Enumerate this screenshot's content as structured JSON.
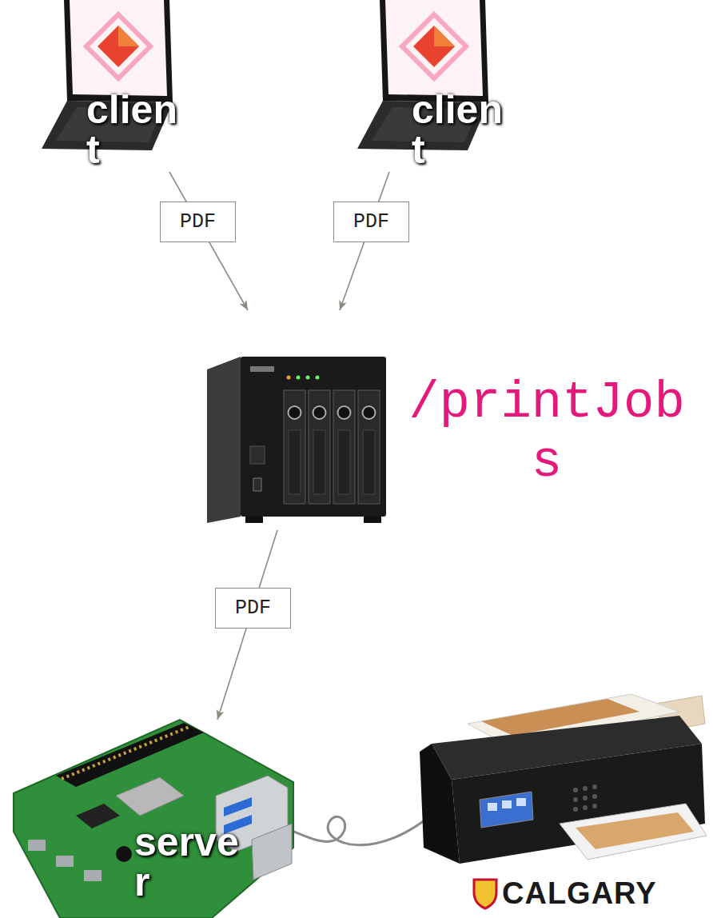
{
  "diagram": {
    "nodes": [
      {
        "text": [
          "client"
        ]
      },
      {
        "text": [
          "client"
        ]
      },
      {
        "text": [
          "/printJobs"
        ]
      },
      {
        "text": [
          "server"
        ]
      }
    ],
    "edges": [
      {
        "from": 0,
        "to": 2,
        "arrow": "to",
        "label": "PDF"
      },
      {
        "from": 1,
        "to": 2,
        "arrow": "to",
        "label": "PDF"
      },
      {
        "from": 2,
        "to": 3,
        "arrow": "to",
        "label": "PDF"
      }
    ],
    "labels": [
      "CALGARY"
    ]
  }
}
